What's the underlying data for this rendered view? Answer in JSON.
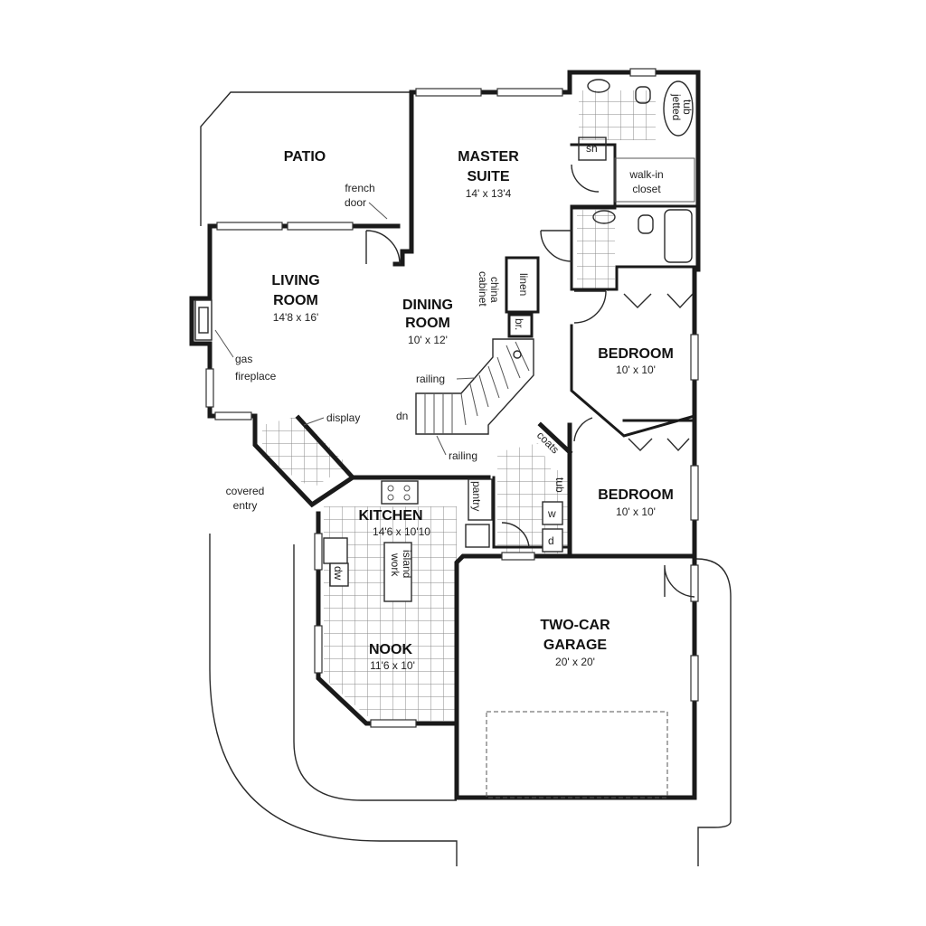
{
  "rooms": {
    "patio": {
      "name": "PATIO"
    },
    "master_suite": {
      "name_line1": "MASTER",
      "name_line2": "SUITE",
      "dims": "14' x 13'4"
    },
    "living_room": {
      "name_line1": "LIVING",
      "name_line2": "ROOM",
      "dims": "14'8 x 16'"
    },
    "dining_room": {
      "name_line1": "DINING",
      "name_line2": "ROOM",
      "dims": "10' x 12'"
    },
    "bedroom_1": {
      "name": "BEDROOM",
      "dims": "10' x 10'"
    },
    "bedroom_2": {
      "name": "BEDROOM",
      "dims": "10' x 10'"
    },
    "kitchen": {
      "name": "KITCHEN",
      "dims": "14'6 x 10'10"
    },
    "nook": {
      "name": "NOOK",
      "dims": "11'6 x 10'"
    },
    "garage": {
      "name_line1": "TWO-CAR",
      "name_line2": "GARAGE",
      "dims": "20' x 20'"
    }
  },
  "labels": {
    "french_door_1": "french",
    "french_door_2": "door",
    "walk_in_closet_1": "walk-in",
    "walk_in_closet_2": "closet",
    "jetted_tub_1": "jetted",
    "jetted_tub_2": "tub",
    "shower": "sh",
    "linen": "linen",
    "china_cabinet_1": "china",
    "china_cabinet_2": "cabinet",
    "broom": "br.",
    "gas_fireplace_1": "gas",
    "gas_fireplace_2": "fireplace",
    "railing_upper": "railing",
    "railing_lower": "railing",
    "down": "dn",
    "display": "display",
    "covered_entry_1": "covered",
    "covered_entry_2": "entry",
    "pantry": "pantry",
    "coats": "coats",
    "tub": "tub",
    "washer": "w",
    "dryer": "d",
    "dishwasher": "dw",
    "work_island_1": "work",
    "work_island_2": "island"
  },
  "colors": {
    "wall": "#1a1a1a",
    "background": "#ffffff"
  }
}
